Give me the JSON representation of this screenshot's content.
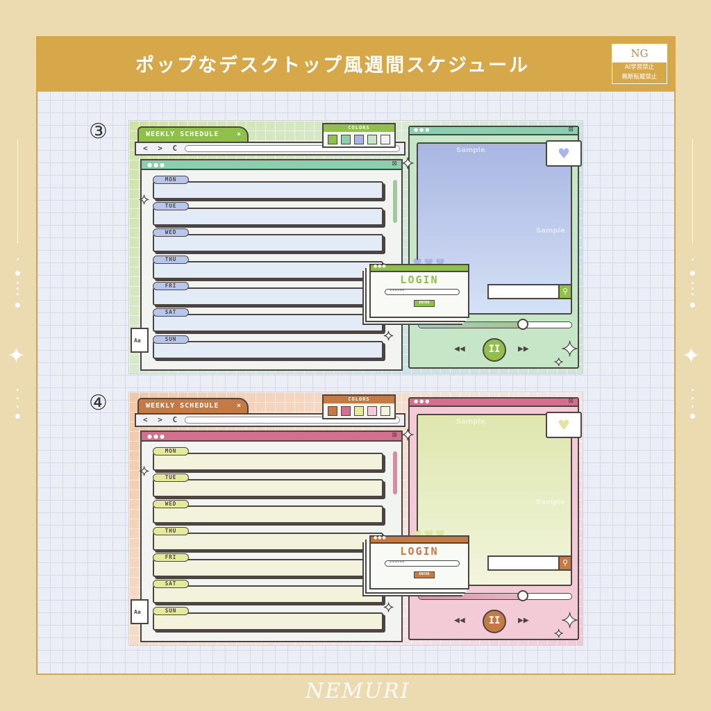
{
  "header": {
    "title": "ポップなデスクトップ風週間スケジュール",
    "ng_badge": {
      "label": "NG",
      "line1": "AI学習禁止",
      "line2": "無断転載禁止"
    }
  },
  "footer": {
    "brand": "NEMURI"
  },
  "templates": [
    {
      "number": "③",
      "theme": "green",
      "tab_title": "WEEKLY SCHEDULE",
      "tab_close": "×",
      "nav": "< > C",
      "colors_title": "COLORS",
      "swatches": [
        "#8fc04a",
        "#8ccfb0",
        "#a7b6e6",
        "#c6e6c8",
        "#f2f4f2"
      ],
      "days": [
        "MON",
        "TUE",
        "WED",
        "THU",
        "FRI",
        "SAT",
        "SUN"
      ],
      "font_box": "Aa",
      "login": {
        "title": "LOGIN",
        "password": "******",
        "enter": "ENTER"
      },
      "watermark": "Sample",
      "search_icon": "search-icon",
      "player_controls": {
        "prev": "◀◀",
        "pause": "II",
        "next": "▶▶"
      },
      "seek_progress": 0.68
    },
    {
      "number": "④",
      "theme": "pink",
      "tab_title": "WEEKLY SCHEDULE",
      "tab_close": "×",
      "nav": "< > C",
      "colors_title": "COLORS",
      "swatches": [
        "#c57a44",
        "#d46f8f",
        "#e5ea99",
        "#f2cbd7",
        "#f3f3dd"
      ],
      "days": [
        "MON",
        "TUE",
        "WED",
        "THU",
        "FRI",
        "SAT",
        "SUN"
      ],
      "font_box": "Aa",
      "login": {
        "title": "LOGIN",
        "password": "******",
        "enter": "ENTER"
      },
      "watermark": "Sample",
      "search_icon": "search-icon",
      "player_controls": {
        "prev": "◀◀",
        "pause": "II",
        "next": "▶▶"
      },
      "seek_progress": 0.68
    }
  ]
}
